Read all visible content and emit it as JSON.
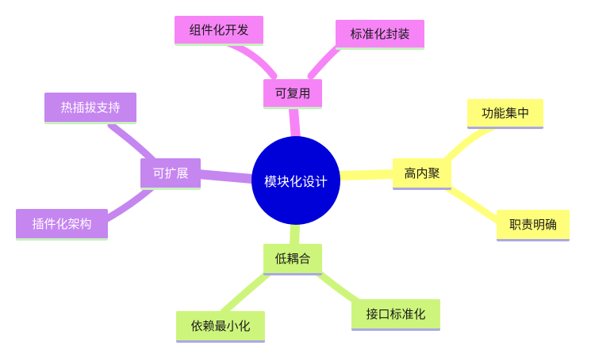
{
  "mindmap": {
    "center": "模块化设计",
    "branches": [
      {
        "key": "reuse",
        "label": "可复用",
        "color": "#f784f7",
        "children": [
          "组件化开发",
          "标准化封装"
        ]
      },
      {
        "key": "cohesion",
        "label": "高内聚",
        "color": "#fffe7a",
        "children": [
          "功能集中",
          "职责明确"
        ]
      },
      {
        "key": "coupling",
        "label": "低耦合",
        "color": "#cdf57c",
        "children": [
          "依赖最小化",
          "接口标准化"
        ]
      },
      {
        "key": "extend",
        "label": "可扩展",
        "color": "#c586f0",
        "children": [
          "热插拔支持",
          "插件化架构"
        ]
      }
    ]
  },
  "colors": {
    "center": "#0000d8",
    "reuse": "#f784f7",
    "cohesion": "#fffe7a",
    "coupling": "#cdf57c",
    "extend": "#c586f0"
  }
}
